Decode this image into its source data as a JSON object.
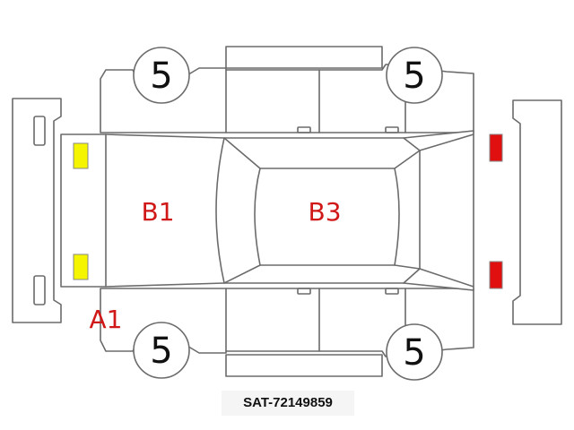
{
  "tires": {
    "front_left": "5",
    "rear_left": "5",
    "front_right": "5",
    "rear_right": "5"
  },
  "damage_marks": {
    "hood": "B1",
    "roof": "B3",
    "front_corner": "A1"
  },
  "colors": {
    "mark_text": "#d01818",
    "front_lights": "#f5f500",
    "rear_lights": "#e01010",
    "outline": "#6b6b6b"
  },
  "footer": {
    "id": "SAT-72149859"
  }
}
